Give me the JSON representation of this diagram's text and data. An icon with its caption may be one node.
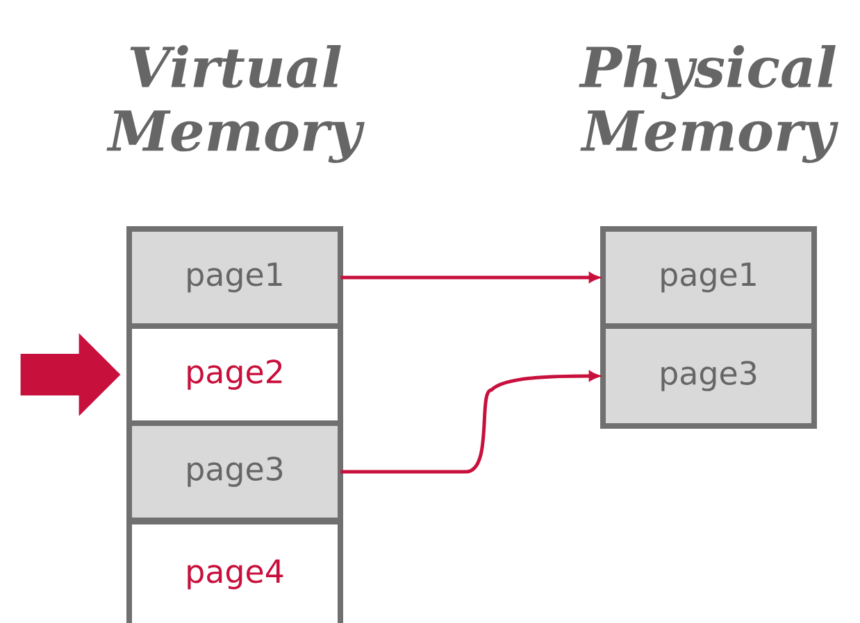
{
  "diagram": {
    "nodes": [
      {
        "text": [
          "page1"
        ]
      },
      {
        "text": [
          "page2"
        ]
      },
      {
        "text": [
          "page3"
        ]
      },
      {
        "text": [
          "page4"
        ]
      },
      {
        "text": [
          "page1"
        ]
      },
      {
        "text": [
          "page3"
        ]
      }
    ],
    "edges": [
      {
        "from": 0,
        "to": 4,
        "arrow": "to"
      },
      {
        "from": 2,
        "to": 5,
        "arrow": "to"
      },
      {
        "from": null,
        "to": 1,
        "arrow": "to",
        "style": "thick"
      }
    ],
    "labels": [
      "Virtual Memory",
      "Physical Memory"
    ]
  }
}
